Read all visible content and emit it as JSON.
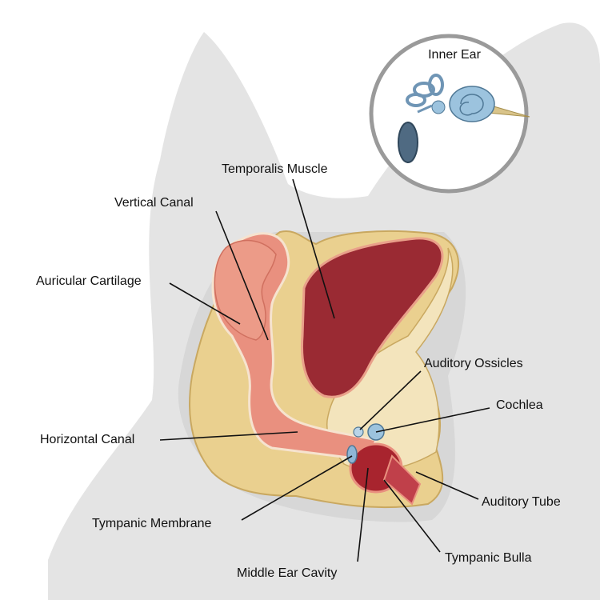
{
  "title": "Dog Ear Anatomy",
  "inset": {
    "title": "Inner Ear"
  },
  "labels": {
    "temporalis_muscle": "Temporalis Muscle",
    "vertical_canal": "Vertical Canal",
    "auricular_cartilage": "Auricular Cartilage",
    "auditory_ossicles": "Auditory Ossicles",
    "cochlea": "Cochlea",
    "horizontal_canal": "Horizontal Canal",
    "auditory_tube": "Auditory Tube",
    "tympanic_membrane": "Tympanic Membrane",
    "tympanic_bulla": "Tympanic Bulla",
    "middle_ear_cavity": "Middle Ear Cavity"
  },
  "colors": {
    "silhouette": "#e4e4e4",
    "bone": "#ead08f",
    "muscle": "#9a2a33",
    "canal": "#e9907f",
    "inner_ear": "#9cc3de"
  }
}
